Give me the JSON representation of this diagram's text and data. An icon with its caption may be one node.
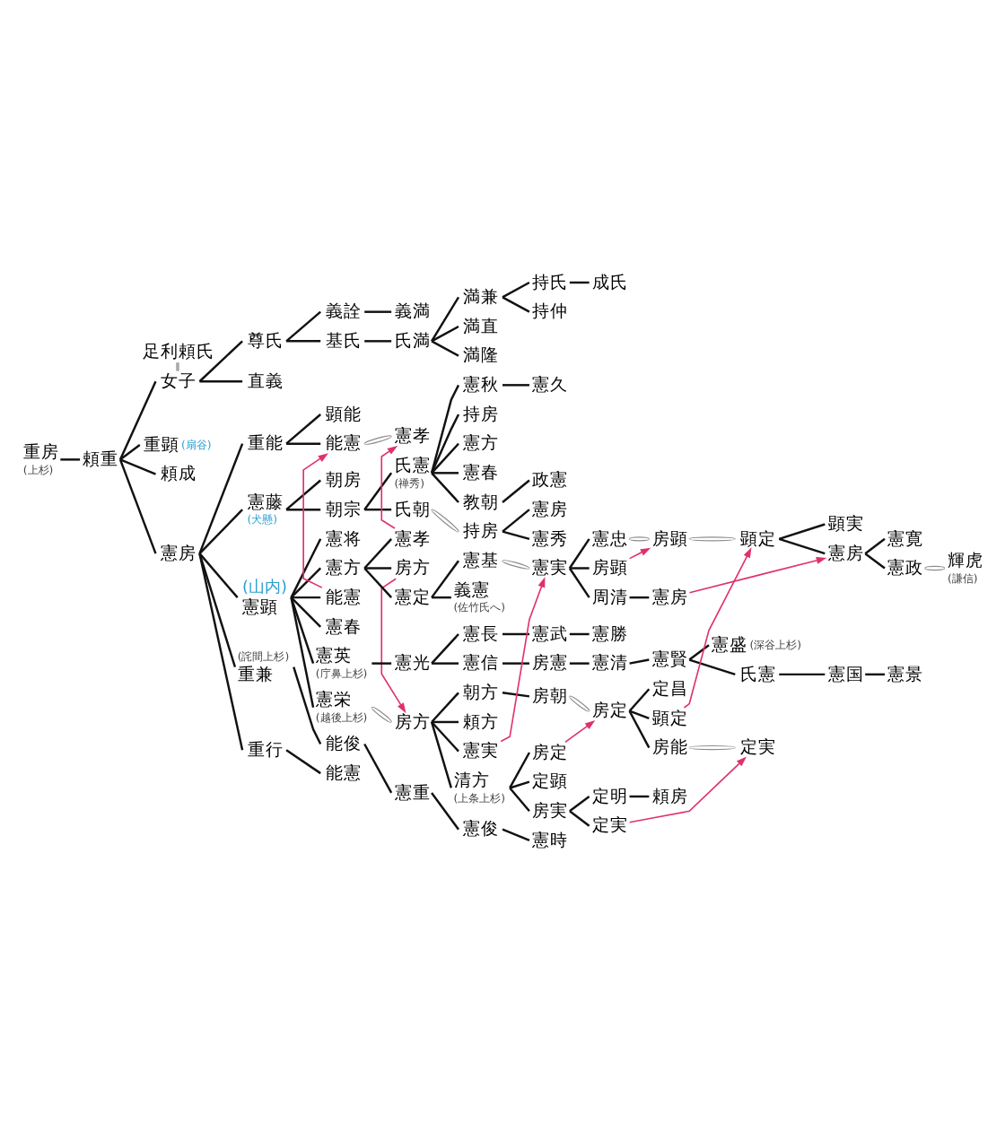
{
  "diagram": {
    "nodes": [
      {
        "text": [
          "足利頼氏"
        ]
      },
      {
        "text": [
          "義詮"
        ]
      },
      {
        "text": [
          "義満"
        ]
      },
      {
        "text": [
          "尊氏"
        ]
      },
      {
        "text": [
          "基氏"
        ]
      },
      {
        "text": [
          "氏満"
        ]
      },
      {
        "text": [
          "満兼"
        ]
      },
      {
        "text": [
          "持氏"
        ]
      },
      {
        "text": [
          "成氏"
        ]
      },
      {
        "text": [
          "女子"
        ]
      },
      {
        "text": [
          "直義"
        ]
      },
      {
        "text": [
          "満直"
        ]
      },
      {
        "text": [
          "持仲"
        ]
      },
      {
        "text": [
          "重房"
        ],
        "beside": [
          "(上杉)"
        ]
      },
      {
        "text": [
          "頼重"
        ]
      },
      {
        "text": [
          "重顕"
        ],
        "beside": [
          "(扇谷)"
        ]
      },
      {
        "text": [
          "顕能"
        ]
      },
      {
        "text": [
          "満隆"
        ]
      },
      {
        "text": [
          "頼成"
        ]
      },
      {
        "text": [
          "重能"
        ]
      },
      {
        "text": [
          "能憲"
        ]
      },
      {
        "text": [
          "憲孝"
        ]
      },
      {
        "text": [
          "憲秋"
        ]
      },
      {
        "text": [
          "憲久"
        ]
      },
      {
        "text": [
          "憲房"
        ]
      },
      {
        "text": [
          "憲藤"
        ],
        "beside": [
          "(犬懸)"
        ]
      },
      {
        "text": [
          "朝房"
        ]
      },
      {
        "text": [
          "持房"
        ]
      },
      {
        "text": [
          "朝宗"
        ]
      },
      {
        "text": [
          "氏憲"
        ],
        "beside": [
          "(禅秀)"
        ]
      },
      {
        "text": [
          "憲方"
        ]
      },
      {
        "text": [
          "憲春"
        ]
      },
      {
        "text": [
          "教朝"
        ]
      },
      {
        "text": [
          "政憲"
        ]
      },
      {
        "text": [
          "氏朝"
        ]
      },
      {
        "text": [
          "持房"
        ]
      },
      {
        "text": [
          "憲房"
        ]
      },
      {
        "text": [
          "憲秀"
        ]
      },
      {
        "text": [
          "憲孝"
        ]
      },
      {
        "text": [
          "憲顕"
        ],
        "beside": [
          "(山内)"
        ]
      },
      {
        "text": [
          "憲将"
        ]
      },
      {
        "text": [
          "房方"
        ]
      },
      {
        "text": [
          "憲方"
        ]
      },
      {
        "text": [
          "憲定"
        ]
      },
      {
        "text": [
          "憲基"
        ]
      },
      {
        "text": [
          "憲実"
        ]
      },
      {
        "text": [
          "憲忠"
        ]
      },
      {
        "text": [
          "房顕"
        ]
      },
      {
        "text": [
          "顕定"
        ]
      },
      {
        "text": [
          "顕実"
        ]
      },
      {
        "text": [
          "憲寛"
        ]
      },
      {
        "text": [
          "能憲"
        ]
      },
      {
        "text": [
          "義憲"
        ],
        "beside": [
          "(佐竹氏へ)"
        ]
      },
      {
        "text": [
          "房顕"
        ]
      },
      {
        "text": [
          "憲房"
        ]
      },
      {
        "text": [
          "憲政"
        ]
      },
      {
        "text": [
          "輝虎"
        ],
        "beside": [
          "(謙信)"
        ]
      },
      {
        "text": [
          "憲春"
        ]
      },
      {
        "text": [
          "周清"
        ]
      },
      {
        "text": [
          "憲房"
        ]
      },
      {
        "text": [
          "憲英"
        ],
        "beside": [
          "(庁鼻上杉)"
        ]
      },
      {
        "text": [
          "憲光"
        ]
      },
      {
        "text": [
          "憲長"
        ]
      },
      {
        "text": [
          "憲武"
        ]
      },
      {
        "text": [
          "憲勝"
        ]
      },
      {
        "text": [
          "憲信"
        ]
      },
      {
        "text": [
          "房憲"
        ]
      },
      {
        "text": [
          "憲清"
        ]
      },
      {
        "text": [
          "憲賢"
        ]
      },
      {
        "text": [
          "憲盛"
        ],
        "beside": [
          "(深谷上杉)"
        ]
      },
      {
        "text": [
          "氏憲"
        ]
      },
      {
        "text": [
          "憲国"
        ]
      },
      {
        "text": [
          "憲景"
        ]
      },
      {
        "text": [
          "憲栄"
        ],
        "beside": [
          "(越後上杉)"
        ]
      },
      {
        "text": [
          "房方"
        ]
      },
      {
        "text": [
          "朝方"
        ]
      },
      {
        "text": [
          "房朝"
        ]
      },
      {
        "text": [
          "房定"
        ]
      },
      {
        "text": [
          "定昌"
        ]
      },
      {
        "text": [
          "頼方"
        ]
      },
      {
        "text": [
          "顕定"
        ]
      },
      {
        "text": [
          "憲実"
        ]
      },
      {
        "text": [
          "房定"
        ]
      },
      {
        "text": [
          "房能"
        ]
      },
      {
        "text": [
          "定実"
        ]
      },
      {
        "text": [
          "清方"
        ],
        "beside": [
          "(上条上杉)"
        ]
      },
      {
        "text": [
          "定顕"
        ]
      },
      {
        "text": [
          "定明"
        ]
      },
      {
        "text": [
          "頼房"
        ]
      },
      {
        "text": [
          "房実"
        ]
      },
      {
        "text": [
          "定実"
        ]
      },
      {
        "text": [
          "重兼"
        ],
        "beside": [
          "(詫間上杉)"
        ]
      },
      {
        "text": [
          "能俊"
        ]
      },
      {
        "text": [
          "憲重"
        ]
      },
      {
        "text": [
          "憲俊"
        ]
      },
      {
        "text": [
          "憲時"
        ]
      },
      {
        "text": [
          "重行"
        ]
      },
      {
        "text": [
          "能憲"
        ]
      }
    ],
    "edges": [
      {
        "from": 0,
        "to": 9,
        "arrow": "none",
        "color": "#a8a8a8"
      },
      {
        "from": 9,
        "to": 3,
        "arrow": "none"
      },
      {
        "from": 9,
        "to": 10,
        "arrow": "none"
      },
      {
        "from": 3,
        "to": 1,
        "arrow": "none"
      },
      {
        "from": 3,
        "to": 4,
        "arrow": "none"
      },
      {
        "from": 1,
        "to": 2,
        "arrow": "none"
      },
      {
        "from": 4,
        "to": 5,
        "arrow": "none"
      },
      {
        "from": 5,
        "to": 6,
        "arrow": "none"
      },
      {
        "from": 5,
        "to": 11,
        "arrow": "none"
      },
      {
        "from": 5,
        "to": 17,
        "arrow": "none"
      },
      {
        "from": 6,
        "to": 7,
        "arrow": "none"
      },
      {
        "from": 6,
        "to": 12,
        "arrow": "none"
      },
      {
        "from": 7,
        "to": 8,
        "arrow": "none"
      },
      {
        "from": 13,
        "to": 14,
        "arrow": "none"
      },
      {
        "from": 14,
        "to": 9,
        "arrow": "none"
      },
      {
        "from": 14,
        "to": 15,
        "arrow": "none"
      },
      {
        "from": 14,
        "to": 18,
        "arrow": "none"
      },
      {
        "from": 14,
        "to": 24,
        "arrow": "none"
      },
      {
        "from": 19,
        "to": 16,
        "arrow": "none"
      },
      {
        "from": 19,
        "to": 20,
        "arrow": "none"
      },
      {
        "from": 20,
        "to": 21,
        "arrow": "none",
        "color": "#8c8c8c"
      },
      {
        "from": 24,
        "to": 19,
        "arrow": "none"
      },
      {
        "from": 24,
        "to": 25,
        "arrow": "none"
      },
      {
        "from": 24,
        "to": 39,
        "arrow": "none"
      },
      {
        "from": 24,
        "to": 91,
        "arrow": "none"
      },
      {
        "from": 24,
        "to": 96,
        "arrow": "none"
      },
      {
        "from": 25,
        "to": 26,
        "arrow": "none"
      },
      {
        "from": 25,
        "to": 28,
        "arrow": "none"
      },
      {
        "from": 28,
        "to": 29,
        "arrow": "none"
      },
      {
        "from": 28,
        "to": 34,
        "arrow": "none"
      },
      {
        "from": 29,
        "to": 22,
        "arrow": "none"
      },
      {
        "from": 29,
        "to": 27,
        "arrow": "none"
      },
      {
        "from": 29,
        "to": 30,
        "arrow": "none"
      },
      {
        "from": 29,
        "to": 31,
        "arrow": "none"
      },
      {
        "from": 29,
        "to": 32,
        "arrow": "none"
      },
      {
        "from": 22,
        "to": 23,
        "arrow": "none"
      },
      {
        "from": 32,
        "to": 33,
        "arrow": "none"
      },
      {
        "from": 34,
        "to": 35,
        "arrow": "none",
        "color": "#8c8c8c"
      },
      {
        "from": 35,
        "to": 36,
        "arrow": "none"
      },
      {
        "from": 35,
        "to": 37,
        "arrow": "none"
      },
      {
        "from": 39,
        "to": 40,
        "arrow": "none"
      },
      {
        "from": 39,
        "to": 42,
        "arrow": "none"
      },
      {
        "from": 39,
        "to": 51,
        "arrow": "none"
      },
      {
        "from": 39,
        "to": 57,
        "arrow": "none"
      },
      {
        "from": 39,
        "to": 60,
        "arrow": "none"
      },
      {
        "from": 39,
        "to": 73,
        "arrow": "none"
      },
      {
        "from": 42,
        "to": 38,
        "arrow": "none"
      },
      {
        "from": 42,
        "to": 41,
        "arrow": "none"
      },
      {
        "from": 42,
        "to": 43,
        "arrow": "none"
      },
      {
        "from": 43,
        "to": 44,
        "arrow": "none"
      },
      {
        "from": 43,
        "to": 52,
        "arrow": "none"
      },
      {
        "from": 44,
        "to": 45,
        "arrow": "none",
        "color": "#8c8c8c"
      },
      {
        "from": 45,
        "to": 46,
        "arrow": "none"
      },
      {
        "from": 45,
        "to": 53,
        "arrow": "none"
      },
      {
        "from": 45,
        "to": 58,
        "arrow": "none"
      },
      {
        "from": 46,
        "to": 47,
        "arrow": "none",
        "color": "#8c8c8c"
      },
      {
        "from": 47,
        "to": 48,
        "arrow": "none",
        "color": "#8c8c8c"
      },
      {
        "from": 48,
        "to": 49,
        "arrow": "none"
      },
      {
        "from": 48,
        "to": 54,
        "arrow": "none"
      },
      {
        "from": 54,
        "to": 50,
        "arrow": "none"
      },
      {
        "from": 54,
        "to": 55,
        "arrow": "none"
      },
      {
        "from": 55,
        "to": 56,
        "arrow": "none",
        "color": "#8c8c8c"
      },
      {
        "from": 58,
        "to": 59,
        "arrow": "none"
      },
      {
        "from": 60,
        "to": 61,
        "arrow": "none"
      },
      {
        "from": 61,
        "to": 62,
        "arrow": "none"
      },
      {
        "from": 61,
        "to": 65,
        "arrow": "none"
      },
      {
        "from": 62,
        "to": 63,
        "arrow": "none"
      },
      {
        "from": 63,
        "to": 64,
        "arrow": "none"
      },
      {
        "from": 65,
        "to": 66,
        "arrow": "none"
      },
      {
        "from": 66,
        "to": 67,
        "arrow": "none"
      },
      {
        "from": 67,
        "to": 68,
        "arrow": "none"
      },
      {
        "from": 68,
        "to": 69,
        "arrow": "none"
      },
      {
        "from": 68,
        "to": 70,
        "arrow": "none"
      },
      {
        "from": 70,
        "to": 71,
        "arrow": "none"
      },
      {
        "from": 71,
        "to": 72,
        "arrow": "none"
      },
      {
        "from": 73,
        "to": 74,
        "arrow": "none",
        "color": "#8c8c8c"
      },
      {
        "from": 74,
        "to": 75,
        "arrow": "none"
      },
      {
        "from": 74,
        "to": 79,
        "arrow": "none"
      },
      {
        "from": 74,
        "to": 81,
        "arrow": "none"
      },
      {
        "from": 74,
        "to": 85,
        "arrow": "none"
      },
      {
        "from": 75,
        "to": 76,
        "arrow": "none"
      },
      {
        "from": 76,
        "to": 77,
        "arrow": "none",
        "color": "#8c8c8c"
      },
      {
        "from": 77,
        "to": 78,
        "arrow": "none"
      },
      {
        "from": 77,
        "to": 80,
        "arrow": "none"
      },
      {
        "from": 77,
        "to": 83,
        "arrow": "none"
      },
      {
        "from": 83,
        "to": 84,
        "arrow": "none",
        "color": "#8c8c8c"
      },
      {
        "from": 85,
        "to": 82,
        "arrow": "none"
      },
      {
        "from": 85,
        "to": 86,
        "arrow": "none"
      },
      {
        "from": 85,
        "to": 89,
        "arrow": "none"
      },
      {
        "from": 89,
        "to": 87,
        "arrow": "none"
      },
      {
        "from": 89,
        "to": 90,
        "arrow": "none"
      },
      {
        "from": 87,
        "to": 88,
        "arrow": "none"
      },
      {
        "from": 91,
        "to": 92,
        "arrow": "none"
      },
      {
        "from": 92,
        "to": 93,
        "arrow": "none"
      },
      {
        "from": 93,
        "to": 94,
        "arrow": "none"
      },
      {
        "from": 94,
        "to": 95,
        "arrow": "none"
      },
      {
        "from": 96,
        "to": 97,
        "arrow": "none"
      },
      {
        "from": 51,
        "to": 20,
        "arrow": "to",
        "color": "#e0306f"
      },
      {
        "from": 38,
        "to": 21,
        "arrow": "to",
        "color": "#e0306f"
      },
      {
        "from": 41,
        "to": 74,
        "arrow": "to",
        "color": "#e0306f"
      },
      {
        "from": 81,
        "to": 45,
        "arrow": "to",
        "color": "#e0306f"
      },
      {
        "from": 53,
        "to": 47,
        "arrow": "to",
        "color": "#e0306f"
      },
      {
        "from": 80,
        "to": 48,
        "arrow": "to",
        "color": "#e0306f"
      },
      {
        "from": 59,
        "to": 54,
        "arrow": "to",
        "color": "#e0306f"
      },
      {
        "from": 82,
        "to": 77,
        "arrow": "to",
        "color": "#e0306f"
      },
      {
        "from": 90,
        "to": 84,
        "arrow": "to",
        "color": "#e0306f"
      }
    ]
  }
}
